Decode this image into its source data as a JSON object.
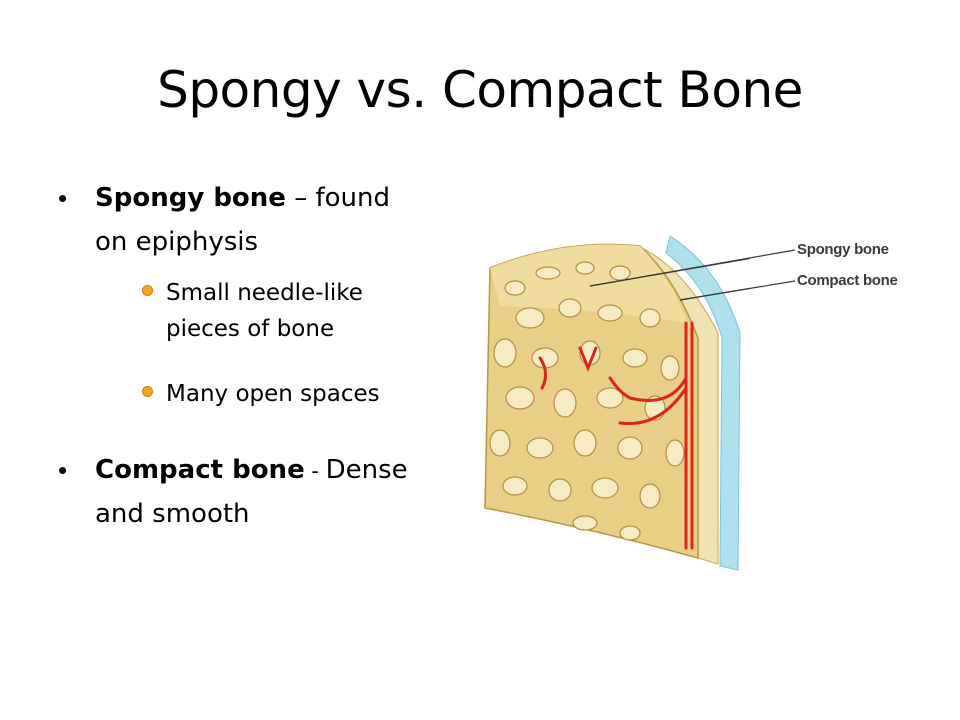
{
  "slide": {
    "title": "Spongy vs. Compact Bone",
    "bullets": [
      {
        "bold": "Spongy bone",
        "separator": " – ",
        "rest_line1": "found",
        "rest_line2": "on epiphysis",
        "sub": [
          {
            "line1": "Small needle-like",
            "line2": "pieces of bone"
          },
          {
            "line1": "Many open spaces"
          }
        ]
      },
      {
        "bold": "Compact bone",
        "separator": " - ",
        "rest_line1": "Dense",
        "rest_line2": "and smooth"
      }
    ]
  },
  "figure": {
    "labels": {
      "spongy": "Spongy bone",
      "compact": "Compact bone"
    },
    "colors": {
      "bone": "#e8cf85",
      "bone_shadow": "#c9a85a",
      "cavity": "#f4e4b0",
      "compact_layer": "#f1e2b3",
      "periosteum": "#aee0ee",
      "vessel": "#d9251c"
    }
  }
}
